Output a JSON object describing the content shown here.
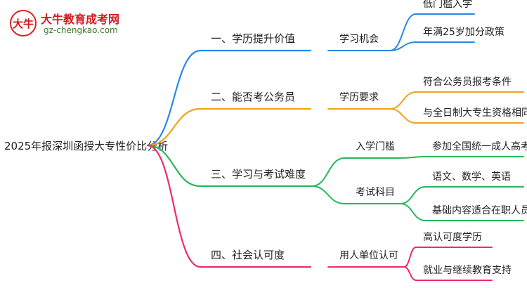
{
  "logo": {
    "badge_text": "大牛",
    "title": "大牛教育成考网",
    "url": "gz-chengkao.com"
  },
  "root": "2025年报深圳函授大专性价比分析",
  "colors": {
    "blue": "#2a86e6",
    "orange": "#f2a217",
    "green": "#27b85c",
    "pink": "#ee2a6e"
  },
  "branches": [
    {
      "label": "一、学历提升价值",
      "color": "blue",
      "groups": [
        {
          "label": "学习机会",
          "leaves": [
            "低门槛入学",
            "年满25岁加分政策"
          ]
        }
      ]
    },
    {
      "label": "二、能否考公务员",
      "color": "orange",
      "groups": [
        {
          "label": "学历要求",
          "leaves": [
            "符合公务员报考条件",
            "与全日制大专生资格相同"
          ]
        }
      ]
    },
    {
      "label": "三、学习与考试难度",
      "color": "green",
      "groups": [
        {
          "label": "入学门槛",
          "leaves": [
            "参加全国统一成人高考"
          ]
        },
        {
          "label": "考试科目",
          "leaves": [
            "语文、数学、英语",
            "基础内容适合在职人员"
          ]
        }
      ]
    },
    {
      "label": "四、社会认可度",
      "color": "pink",
      "groups": [
        {
          "label": "用人单位认可",
          "leaves": [
            "高认可度学历",
            "就业与继续教育支持"
          ]
        }
      ]
    }
  ]
}
